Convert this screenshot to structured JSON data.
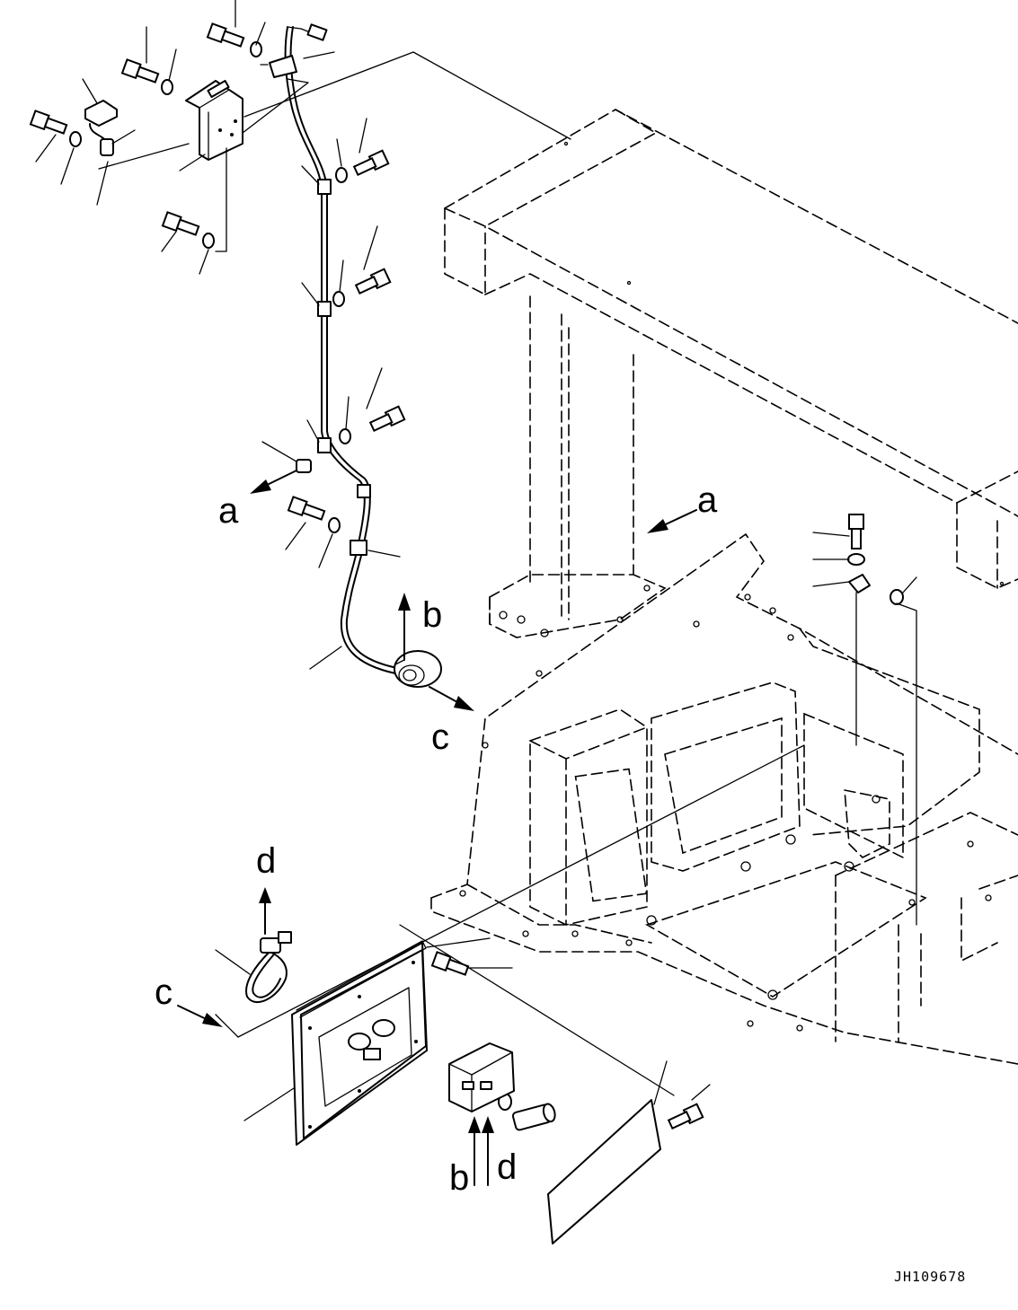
{
  "labels": {
    "a_left": "a",
    "a_right": "a",
    "b_top": "b",
    "b_bottom": "b",
    "c_top": "c",
    "c_left": "c",
    "d_top": "d",
    "d_bottom": "d"
  },
  "drawing_code": "JH109678"
}
